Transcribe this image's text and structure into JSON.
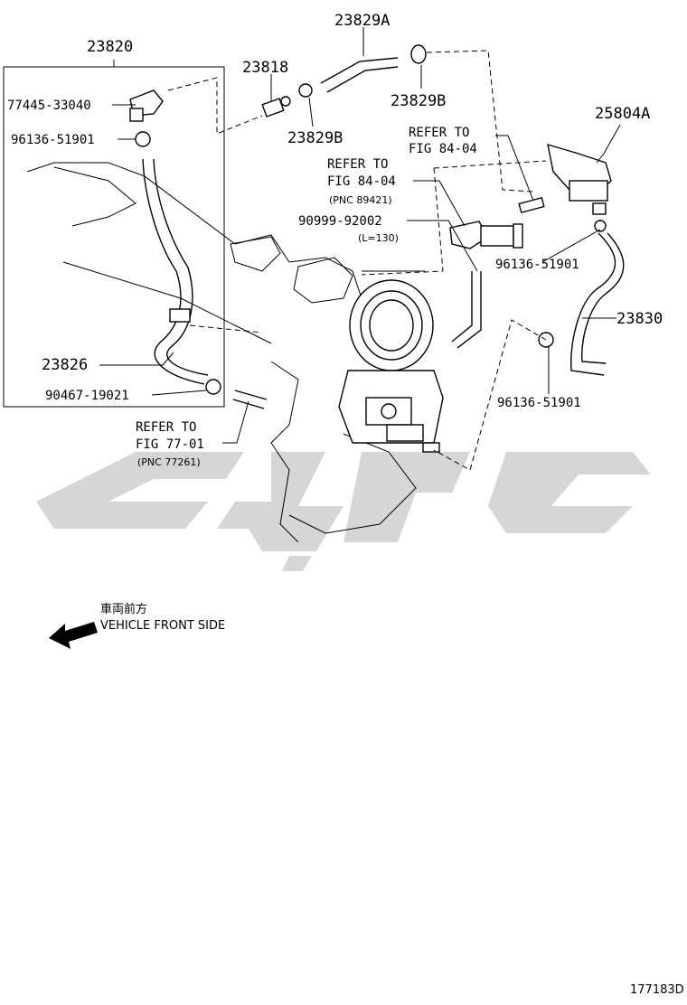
{
  "labels": {
    "p23820": "23820",
    "p23829A": "23829A",
    "p23818": "23818",
    "p23829B_top": "23829B",
    "p23829B_mid": "23829B",
    "p25804A": "25804A",
    "p77445": "77445-33040",
    "p96136_left": "96136-51901",
    "p96136_right": "96136-51901",
    "p96136_bottom": "96136-51901",
    "p90999": "90999-92002",
    "p90999_len": "(L=130)",
    "p23826": "23826",
    "p90467": "90467-19021",
    "p23830": "23830"
  },
  "refs": {
    "ref1": {
      "line1": "REFER TO",
      "line2": "FIG 84-04"
    },
    "ref2": {
      "line1": "REFER TO",
      "line2": "FIG 84-04",
      "pnc": "(PNC 89421)"
    },
    "ref3": {
      "line1": "REFER TO",
      "line2": "FIG 77-01",
      "pnc": "(PNC 77261)"
    }
  },
  "direction": {
    "jp": "車両前方",
    "en": "VEHICLE FRONT SIDE"
  },
  "figure_code": "177183D"
}
